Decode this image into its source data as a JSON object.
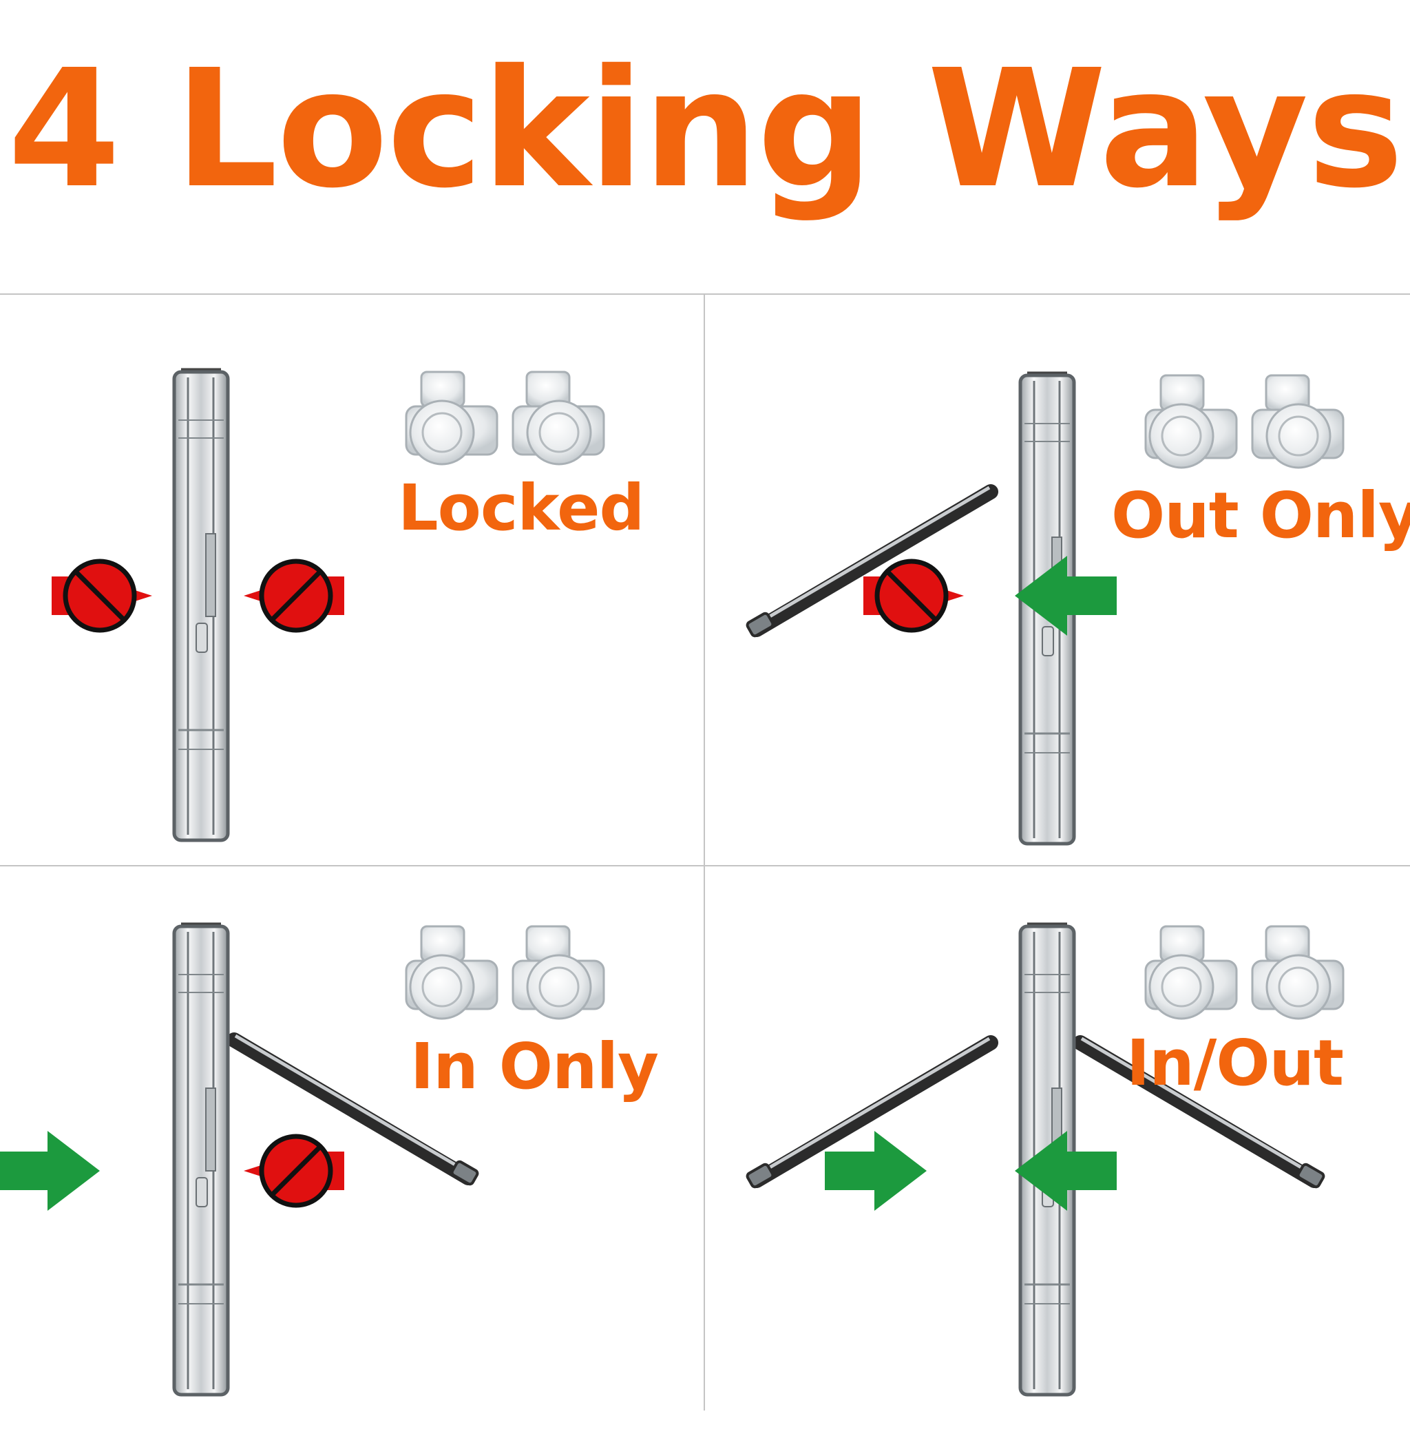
{
  "title": "4 Locking Ways",
  "colors": {
    "accent": "#f2650e",
    "allowed_arrow": "#1c9a3e",
    "blocked_arrow": "#e01010",
    "divider": "#c4c4c4"
  },
  "icons": {
    "allowed": "green-arrow-icon",
    "blocked": "no-entry-arrow-icon"
  },
  "panels": [
    {
      "label": "Locked",
      "in_allowed": false,
      "out_allowed": false
    },
    {
      "label": "Out Only",
      "in_allowed": false,
      "out_allowed": true
    },
    {
      "label": "In Only",
      "in_allowed": true,
      "out_allowed": false
    },
    {
      "label": "In/Out",
      "in_allowed": true,
      "out_allowed": true
    }
  ]
}
